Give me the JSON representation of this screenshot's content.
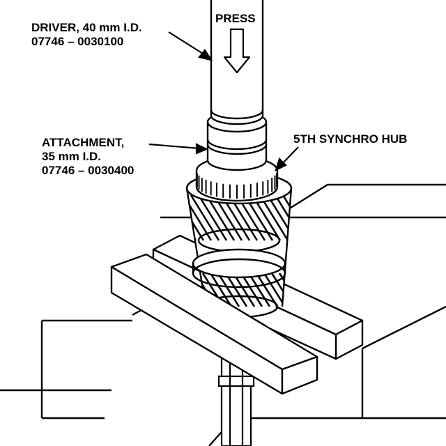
{
  "labels": {
    "press": "PRESS",
    "driver": {
      "line1": "DRIVER, 40 mm I.D.",
      "line2": "07746 – 0030100"
    },
    "attachment": {
      "line1": "ATTACHMENT,",
      "line2": "35 mm I.D.",
      "line3": "07746 – 0030400"
    },
    "hub": "5TH SYNCHRO HUB"
  },
  "colors": {
    "ink": "#000000",
    "paper": "#ffffff"
  }
}
